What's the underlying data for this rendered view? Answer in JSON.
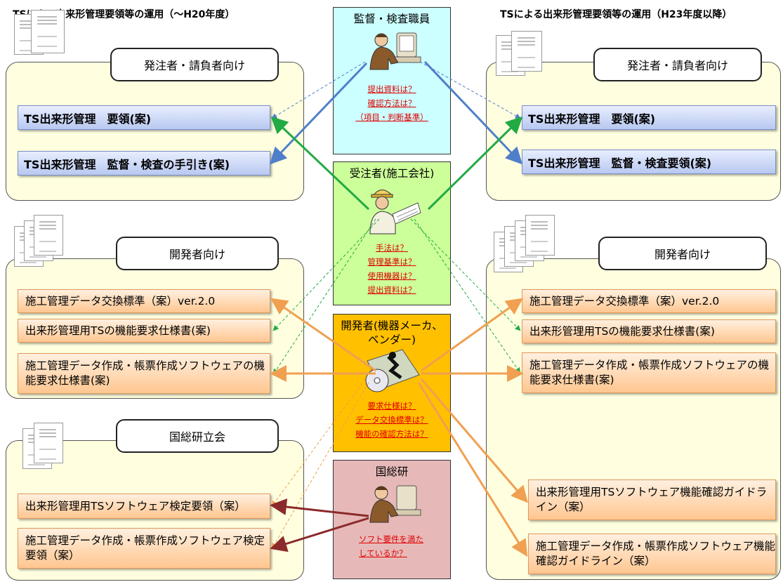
{
  "left_title": "TSによる出来形管理要領等の運用（〜H20年度）",
  "right_title": "TSによる出来形管理要領等の運用（H23年度以降）",
  "left": {
    "group1": {
      "label": "発注者・請負者向け",
      "items": [
        "TS出来形管理　要領(案)",
        "TS出来形管理　監督・検査の手引き(案)"
      ]
    },
    "group2": {
      "label": "開発者向け",
      "items": [
        "施工管理データ交換標準（案）ver.2.0",
        "出来形管理用TSの機能要求仕様書(案)",
        "施工管理データ作成・帳票作成ソフトウェアの機能要求仕様書(案)"
      ]
    },
    "group3": {
      "label": "国総研立会",
      "items": [
        "出来形管理用TSソフトウェア検定要領（案）",
        "施工管理データ作成・帳票作成ソフトウェア検定要領（案）"
      ]
    }
  },
  "right": {
    "group1": {
      "label": "発注者・請負者向け",
      "items": [
        "TS出来形管理　要領(案)",
        "TS出来形管理　監督・検査要領(案)"
      ]
    },
    "group2": {
      "label": "開発者向け",
      "items": [
        "施工管理データ交換標準（案）ver.2.0",
        "出来形管理用TSの機能要求仕様書(案)",
        "施工管理データ作成・帳票作成ソフトウェアの機能要求仕様書(案)",
        "出来形管理用TSソフトウェア機能確認ガイドライン（案）",
        "施工管理データ作成・帳票作成ソフトウェア機能確認ガイドライン（案）"
      ]
    }
  },
  "center": {
    "supervisor": {
      "title": "監督・検査職員",
      "questions": [
        "提出資料は？",
        "確認方法は？",
        "（項目・判断基準）"
      ]
    },
    "contractor": {
      "title": "受注者(施工会社)",
      "questions": [
        "手法は？",
        "管理基準は？",
        "使用機器は？",
        "提出資料は？"
      ]
    },
    "developer": {
      "title": "開発者(機器メーカ、ベンダー)",
      "questions": [
        "要求仕様は？",
        "データ交換標準は？",
        "機能の確認方法は？"
      ]
    },
    "nilim": {
      "title": "国総研",
      "questions": [
        "ソフト要件を満たしているか？"
      ]
    }
  },
  "colors": {
    "blue_arrow": "#4f7fc9",
    "green_arrow": "#22aa44",
    "orange_arrow": "#f0a050",
    "red_arrow": "#8b2a2a"
  }
}
